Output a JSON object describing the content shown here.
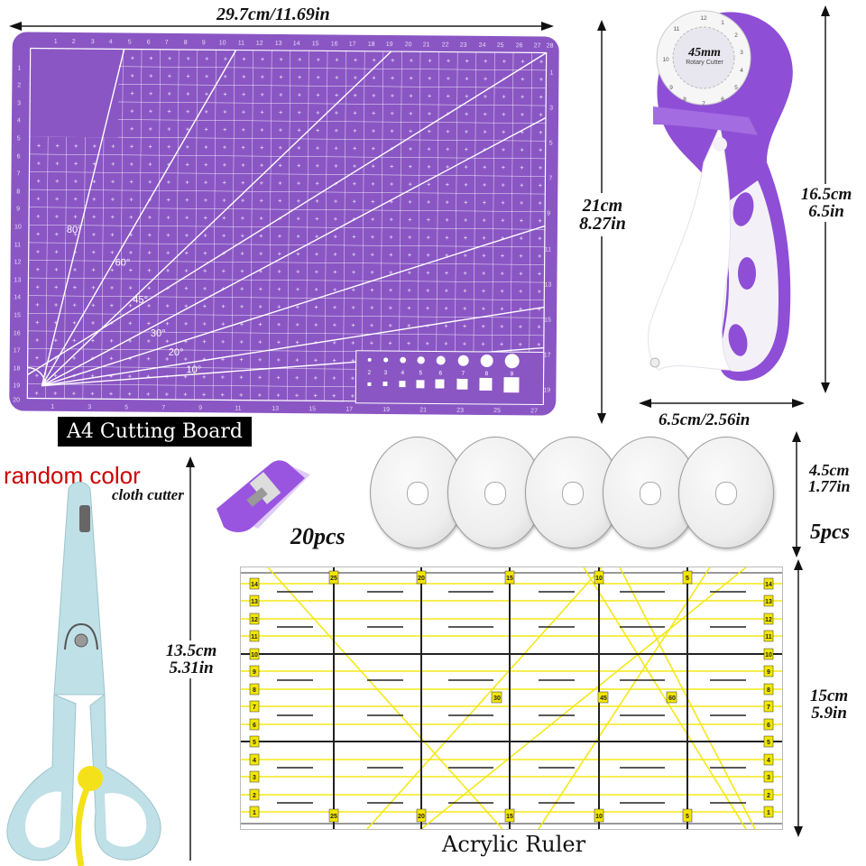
{
  "cutting_board": {
    "title": "A4 Cutting Board",
    "width_label": "29.7cm/11.69in",
    "height_cm": "21cm",
    "height_in": "8.27in",
    "color": "#8a56c4",
    "top_scale": [
      "1",
      "2",
      "3",
      "4",
      "5",
      "6",
      "7",
      "8",
      "9",
      "10",
      "11",
      "12",
      "13",
      "14",
      "15",
      "16",
      "17",
      "18",
      "19",
      "20",
      "21",
      "22",
      "23",
      "24",
      "25",
      "26",
      "27",
      "28"
    ],
    "side_scale": [
      "1",
      "2",
      "3",
      "4",
      "5",
      "6",
      "7",
      "8",
      "9",
      "10",
      "11",
      "12",
      "13",
      "14",
      "15",
      "16",
      "17",
      "18",
      "19",
      "20"
    ],
    "angles": [
      "80°",
      "60°",
      "45°",
      "30°",
      "20°",
      "10°"
    ],
    "circle_sizes": [
      "2",
      "3",
      "4",
      "5",
      "6",
      "7",
      "8",
      "9"
    ]
  },
  "rotary_cutter": {
    "blade_label": "45mm",
    "blade_sublabel": "Rotary Cutter",
    "dial_numbers": [
      "12",
      "1",
      "2",
      "3",
      "4",
      "5",
      "6",
      "7",
      "8",
      "9",
      "10",
      "11"
    ],
    "height_cm": "16.5cm",
    "height_in": "6.5in",
    "width_label": "6.5cm/2.56in",
    "color": "#8e4fd6"
  },
  "scissors": {
    "note": "random color",
    "label": "cloth cutter",
    "height_cm": "13.5cm",
    "height_in": "5.31in",
    "color": "#bfe0e6"
  },
  "clips": {
    "count_label": "20pcs",
    "color": "#9a55e0"
  },
  "blades": {
    "diameter_cm": "4.5cm",
    "diameter_in": "1.77in",
    "count_label": "5pcs",
    "count": 5
  },
  "ruler": {
    "caption": "Acrylic Ruler",
    "height_cm": "15cm",
    "height_in": "5.9in",
    "row_numbers": [
      "14",
      "13",
      "12",
      "11",
      "10",
      "9",
      "8",
      "7",
      "6",
      "5",
      "4",
      "3",
      "2",
      "1"
    ],
    "column_numbers": [
      "25",
      "20",
      "15",
      "10",
      "5"
    ],
    "angle_marks": [
      "30",
      "45",
      "60"
    ],
    "accent_color": "#f2e600"
  }
}
